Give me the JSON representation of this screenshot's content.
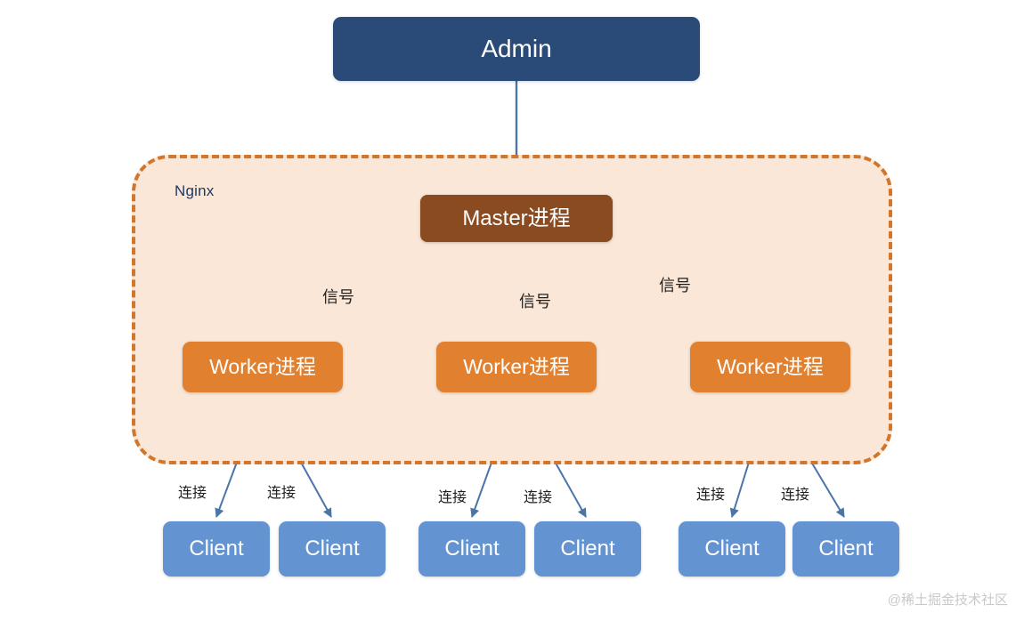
{
  "diagram": {
    "title": "Nginx Master-Worker process architecture",
    "background": "#ffffff",
    "colors": {
      "admin": "#2A4A77",
      "master": "#8A4B20",
      "worker": "#E1802E",
      "client": "#6394D1",
      "group_fill": "#FBE7D7",
      "group_border": "#D2762C",
      "arrow": "#4B74A8",
      "group_label_text": "#1F3864",
      "edge_label_text": "#202020",
      "watermark": "#C9C9C9"
    },
    "nodes": {
      "admin": {
        "label": "Admin"
      },
      "master": {
        "label": "Master进程"
      },
      "workers": [
        {
          "label": "Worker进程"
        },
        {
          "label": "Worker进程"
        },
        {
          "label": "Worker进程"
        }
      ],
      "clients": [
        {
          "label": "Client"
        },
        {
          "label": "Client"
        },
        {
          "label": "Client"
        },
        {
          "label": "Client"
        },
        {
          "label": "Client"
        },
        {
          "label": "Client"
        }
      ]
    },
    "group": {
      "label": "Nginx"
    },
    "edge_labels": {
      "signals": [
        {
          "label": "信号"
        },
        {
          "label": "信号"
        },
        {
          "label": "信号"
        }
      ],
      "connections": [
        {
          "label": "连接"
        },
        {
          "label": "连接"
        },
        {
          "label": "连接"
        },
        {
          "label": "连接"
        },
        {
          "label": "连接"
        },
        {
          "label": "连接"
        }
      ]
    },
    "watermark": "@稀土掘金技术社区"
  }
}
